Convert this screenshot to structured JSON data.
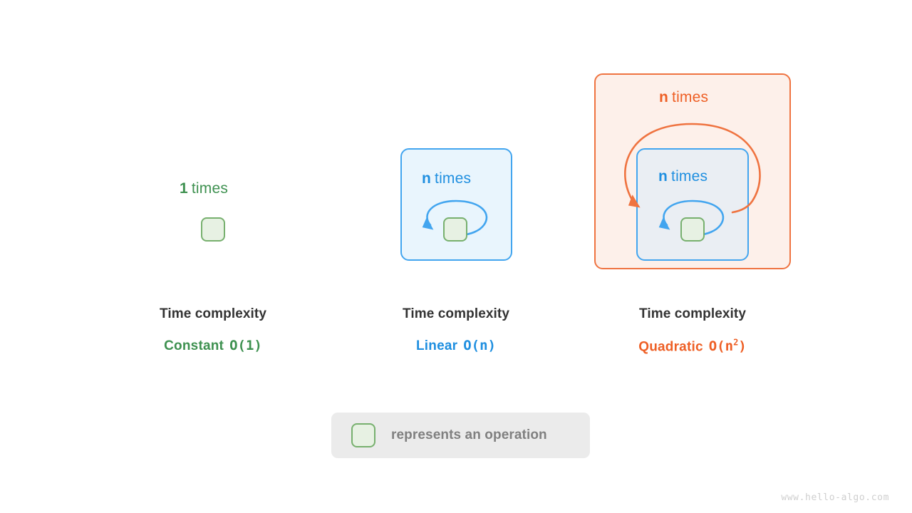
{
  "meta": {
    "watermark": "www.hello-algo.com",
    "colors": {
      "green": "#3e9150",
      "blue": "#1f8fe0",
      "orange": "#ee5f25",
      "square_border": "#77b06e",
      "square_fill": "#e7f1e3",
      "blue_border": "#42a5ef",
      "blue_fill": "#e9f5fd",
      "orange_border": "#ef7340",
      "orange_fill": "#fdf0ea",
      "legend_bg": "#ebebeb",
      "caption_title": "#333333",
      "legend_text": "#808080"
    }
  },
  "columns": [
    {
      "id": "constant",
      "loop_count": "1",
      "loop_word": "times",
      "caption_title": "Time complexity",
      "complexity_name": "Constant",
      "complexity_bigo": "O(1)",
      "bigo_prefix": "O(1)",
      "bigo_exponent": ""
    },
    {
      "id": "linear",
      "loop_count": "n",
      "loop_word": "times",
      "caption_title": "Time complexity",
      "complexity_name": "Linear",
      "complexity_bigo": "O(n)",
      "bigo_prefix": "O(n)",
      "bigo_exponent": ""
    },
    {
      "id": "quadratic",
      "loop_count_outer": "n",
      "loop_word_outer": "times",
      "loop_count_inner": "n",
      "loop_word_inner": "times",
      "caption_title": "Time complexity",
      "complexity_name": "Quadratic",
      "complexity_bigo": "O(n^2)",
      "bigo_prefix_open": "O(n",
      "bigo_exponent": "2",
      "bigo_suffix": ")"
    }
  ],
  "legend": {
    "text": "represents an operation",
    "icon": "operation-square"
  }
}
